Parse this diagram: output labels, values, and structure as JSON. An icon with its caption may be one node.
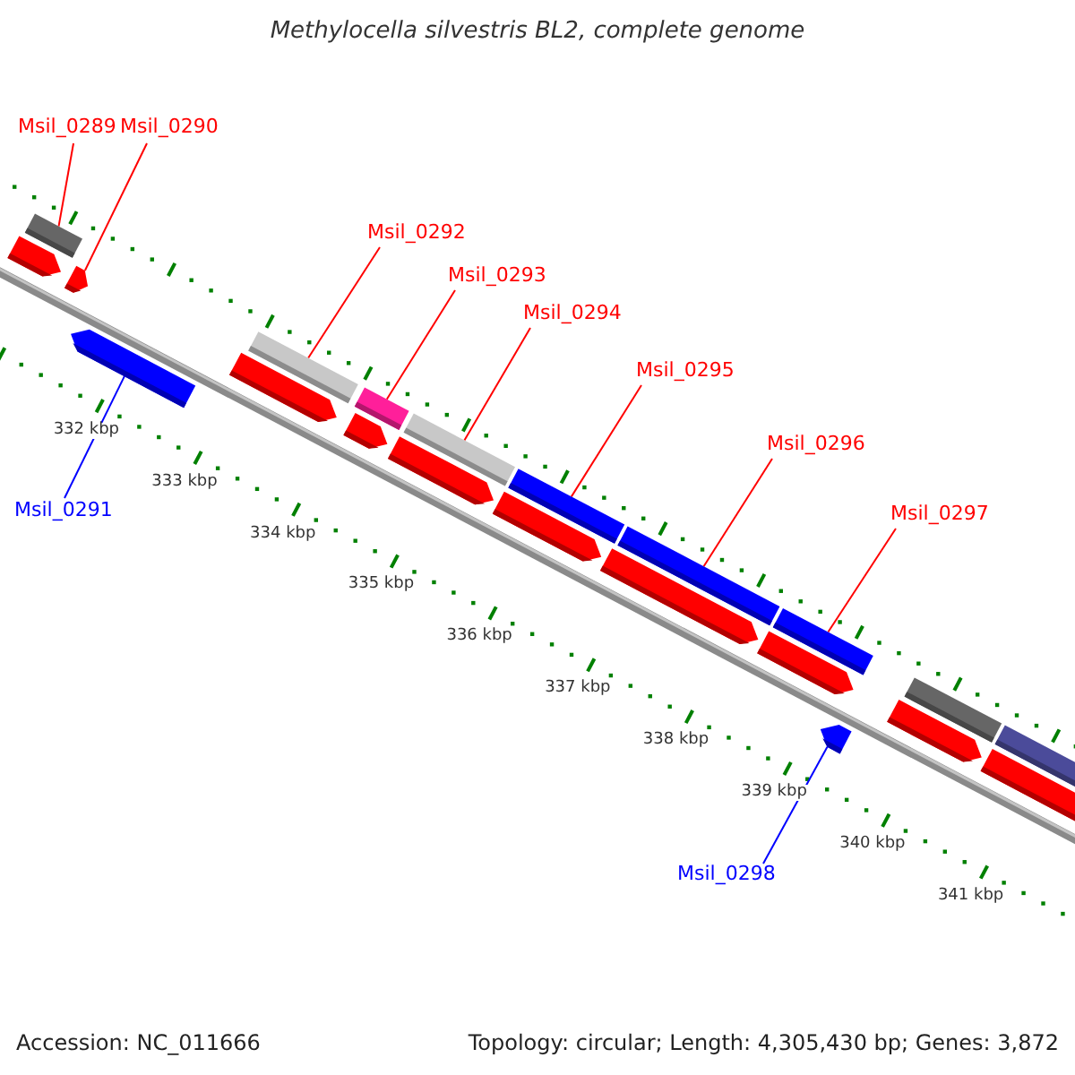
{
  "diagram": {
    "title": "Methylocella silvestris BL2, complete genome",
    "nodes": [
      {
        "text": [
          "Msil_0289"
        ]
      },
      {
        "text": [],
        "shape": "box"
      },
      {
        "text": [
          "Msil_0290"
        ]
      },
      {
        "text": [],
        "shape": "pentagon"
      },
      {
        "text": [
          "Msil_0292"
        ]
      },
      {
        "text": [],
        "shape": "box"
      },
      {
        "text": [
          "Msil_0293"
        ]
      },
      {
        "text": [],
        "shape": "box"
      },
      {
        "text": [
          "Msil_0294"
        ]
      },
      {
        "text": [],
        "shape": "box"
      },
      {
        "text": [
          "Msil_0295"
        ]
      },
      {
        "text": [],
        "shape": "box"
      },
      {
        "text": [
          "Msil_0296"
        ]
      },
      {
        "text": [],
        "shape": "box"
      },
      {
        "text": [
          "Msil_0297"
        ]
      },
      {
        "text": [],
        "shape": "box"
      },
      {
        "text": [
          "Msil_0291"
        ]
      },
      {
        "text": [],
        "shape": "pentagon"
      },
      {
        "text": [
          "Msil_0298"
        ]
      },
      {
        "text": [],
        "shape": "pentagon"
      }
    ],
    "edges": [
      {
        "from": 0,
        "to": 1,
        "arrow": "none"
      },
      {
        "from": 2,
        "to": 3,
        "arrow": "none"
      },
      {
        "from": 4,
        "to": 5,
        "arrow": "none"
      },
      {
        "from": 6,
        "to": 7,
        "arrow": "none"
      },
      {
        "from": 8,
        "to": 9,
        "arrow": "none"
      },
      {
        "from": 10,
        "to": 11,
        "arrow": "none"
      },
      {
        "from": 12,
        "to": 13,
        "arrow": "none"
      },
      {
        "from": 14,
        "to": 15,
        "arrow": "none"
      },
      {
        "from": 16,
        "to": 17,
        "arrow": "none",
        "color": "#0000ff"
      },
      {
        "from": 18,
        "to": 19,
        "arrow": "none",
        "color": "#0000ff"
      }
    ],
    "labels": [
      "332 kbp",
      "333 kbp",
      "334 kbp",
      "335 kbp",
      "336 kbp",
      "337 kbp",
      "338 kbp",
      "339 kbp",
      "340 kbp",
      "341 kbp",
      "Accession: NC_011666",
      "Topology: circular; Length: 4,305,430 bp; Genes: 3,872"
    ]
  }
}
